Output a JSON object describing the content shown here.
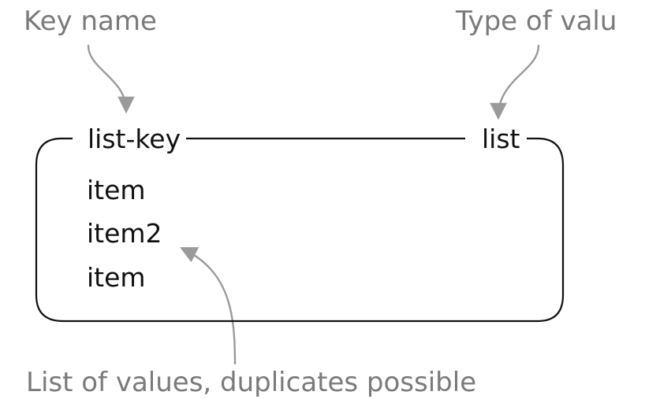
{
  "callouts": {
    "key_name": "Key name",
    "type_of_value": "Type of valu",
    "values_note": "List of values, duplicates possible"
  },
  "record": {
    "key": "list-key",
    "type": "list",
    "items": [
      "item",
      "item2",
      "item"
    ]
  },
  "colors": {
    "callout_text": "#7a7a7a",
    "arrow": "#9a9a9a",
    "box_stroke": "#111111",
    "box_text": "#111111"
  }
}
